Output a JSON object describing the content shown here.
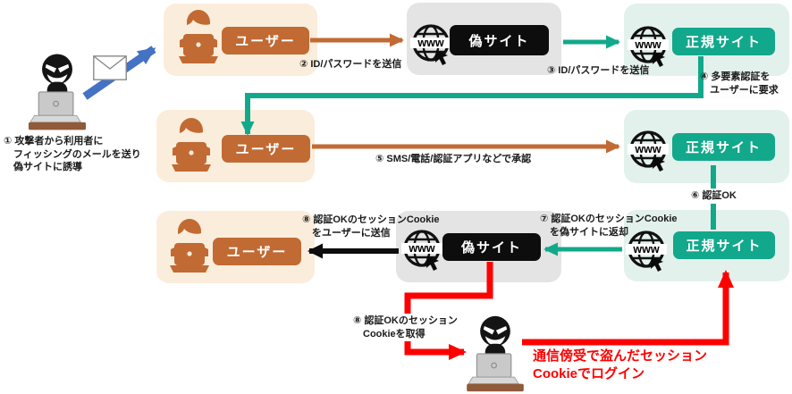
{
  "actors": {
    "user": "ユーザー",
    "fake_site": "偽サイト",
    "real_site": "正規サイト"
  },
  "icons": {
    "globe_text": "www",
    "names": [
      "attacker-icon",
      "email-icon",
      "user-at-laptop-icon",
      "www-globe-icon"
    ]
  },
  "steps": {
    "s1": "① 攻撃者から利用者に\n　フィッシングのメールを送り\n　偽サイトに誘導",
    "s2": "② ID/パスワードを送信",
    "s3": "③ ID/パスワードを送信",
    "s4": "④ 多要素認証を\n　ユーザーに要求",
    "s5": "⑤ SMS/電話/認証アプリなどで承認",
    "s6": "⑥ 認証OK",
    "s7": "⑦ 認証OKのセッションCookie\n　を偽サイトに返却",
    "s8_to_user": "⑧ 認証OKのセッションCookie\n　をユーザーに送信",
    "s8_to_attacker": "⑧ 認証OKのセッション\n　Cookieを取得"
  },
  "callout": "通信傍受で盗んだセッション\nCookieでログイン",
  "colors": {
    "user_accent": "#C16A33",
    "user_box_bg": "#FAEDDB",
    "site_accent": "#12A88B",
    "site_box_bg": "#E3F1EC",
    "fake_box_bg": "#E4E4E4",
    "fake_accent": "#0D0D0D",
    "alert_red": "#FF0000",
    "mail_blue": "#4472C4",
    "desk_brown": "#8F5B3B",
    "laptop_gray": "#C9C9C9"
  }
}
